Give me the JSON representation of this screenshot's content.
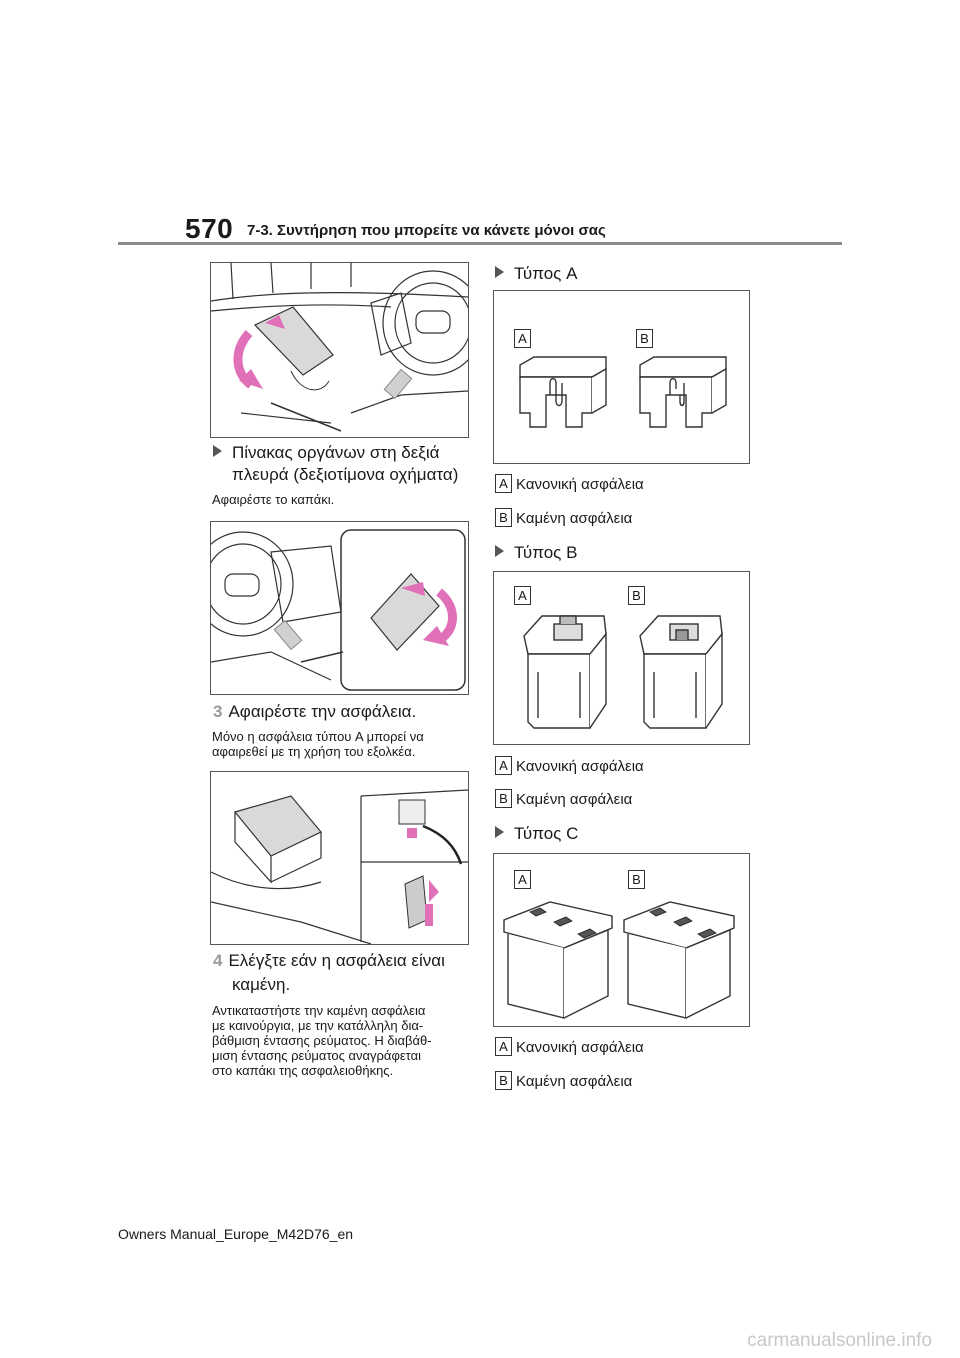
{
  "header": {
    "page_number": "570",
    "section_title": "7-3. Συντήρηση που μπορείτε να κάνετε μόνοι σας"
  },
  "left": {
    "heading_1_line1": "Πίνακας οργάνων στη δεξιά",
    "heading_1_line2": "πλευρά (δεξιοτίμονα οχήματα)",
    "note_1": "Αφαιρέστε το καπάκι.",
    "step_3_number": "3",
    "step_3_text": "Αφαιρέστε την ασφάλεια.",
    "note_2_line1": "Μόνο η ασφάλεια τύπου A μπορεί να",
    "note_2_line2": "αφαιρεθεί με τη χρήση του εξολκέα.",
    "step_4_number": "4",
    "step_4_line1": "Ελέγξτε εάν η ασφάλεια είναι",
    "step_4_line2": "καμένη.",
    "note_3_lines": [
      "Αντικαταστήστε την καμένη ασφάλεια",
      "με καινούργια, με την κατάλληλη δια-",
      "βάθμιση έντασης ρεύματος. Η διαβάθ-",
      "μιση έντασης ρεύματος αναγράφεται",
      "στο καπάκι της ασφαλειοθήκης."
    ]
  },
  "right": {
    "sections": [
      {
        "heading": "Τύπος A",
        "label_a": "A",
        "label_b": "B",
        "legend_a": "Κανονική ασφάλεια",
        "legend_b": "Καμένη ασφάλεια"
      },
      {
        "heading": "Τύπος B",
        "label_a": "A",
        "label_b": "B",
        "legend_a": "Κανονική ασφάλεια",
        "legend_b": "Καμένη ασφάλεια"
      },
      {
        "heading": "Τύπος C",
        "label_a": "A",
        "label_b": "B",
        "legend_a": "Κανονική ασφάλεια",
        "legend_b": "Καμένη ασφάλεια"
      }
    ]
  },
  "footer": {
    "manual_id": "Owners Manual_Europe_M42D76_en"
  },
  "watermark": "carmanualsonline.info"
}
